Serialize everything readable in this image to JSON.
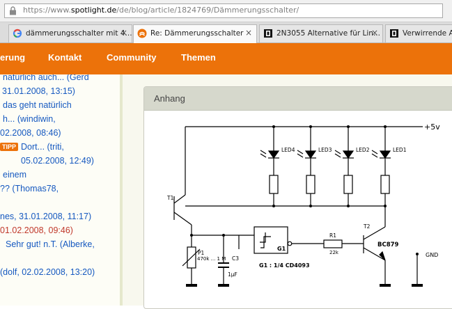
{
  "browser": {
    "url_prefix": "https://www.",
    "url_domain": "spotlight.de",
    "url_path": "/de/blog/article/1824769/Dämmerungsschalter/",
    "tabs": [
      {
        "label": "dämmerungsschalter mit 4...",
        "icon": "google-icon",
        "close": "×"
      },
      {
        "label": "Re: Dämmerungsschalter",
        "icon": "spotlight-icon",
        "close": "×"
      },
      {
        "label": "2N3055 Alternative für Lin...",
        "icon": "forum-icon",
        "close": "×"
      },
      {
        "label": "Verwirrende Ang",
        "icon": "forum-icon",
        "close": ""
      }
    ]
  },
  "nav": {
    "items": [
      "erung",
      "Kontakt",
      "Community",
      "Themen"
    ]
  },
  "sidebar": {
    "tipp_badge": "TIPP",
    "lines": [
      "natürlich auch... (Gerd",
      "31.01.2008, 13:15)",
      "das geht natürlich",
      "h... (windiwin,",
      "02.2008, 08:46)",
      "Dort... (triti,",
      "05.02.2008, 12:49)",
      "einem",
      "?? (Thomas78,",
      "nes, 31.01.2008, 11:17)",
      "01.02.2008, 09:46)",
      "Sehr gut! n.T. (Alberke,",
      "(dolf, 02.02.2008, 13:20)"
    ]
  },
  "panel": {
    "title": "Anhang"
  },
  "circuit": {
    "labels": {
      "vplus": "+5v",
      "led4": "LED4",
      "led3": "LED3",
      "led2": "LED2",
      "led1": "LED1",
      "t1": "T1",
      "t2": "T2",
      "bc879": "BC879",
      "p1": "P1",
      "p1_val": "470k ... 1 M",
      "c3": "C3",
      "c3_val": "1µF",
      "g1": "G1",
      "g1_desc": "G1 : 1/4 CD4093",
      "r1": "R1",
      "r1_val": "22k",
      "gnd": "GND"
    }
  },
  "colors": {
    "nav_bg": "#ec720a",
    "link": "#1659c0",
    "link_highlight": "#c0392b"
  }
}
